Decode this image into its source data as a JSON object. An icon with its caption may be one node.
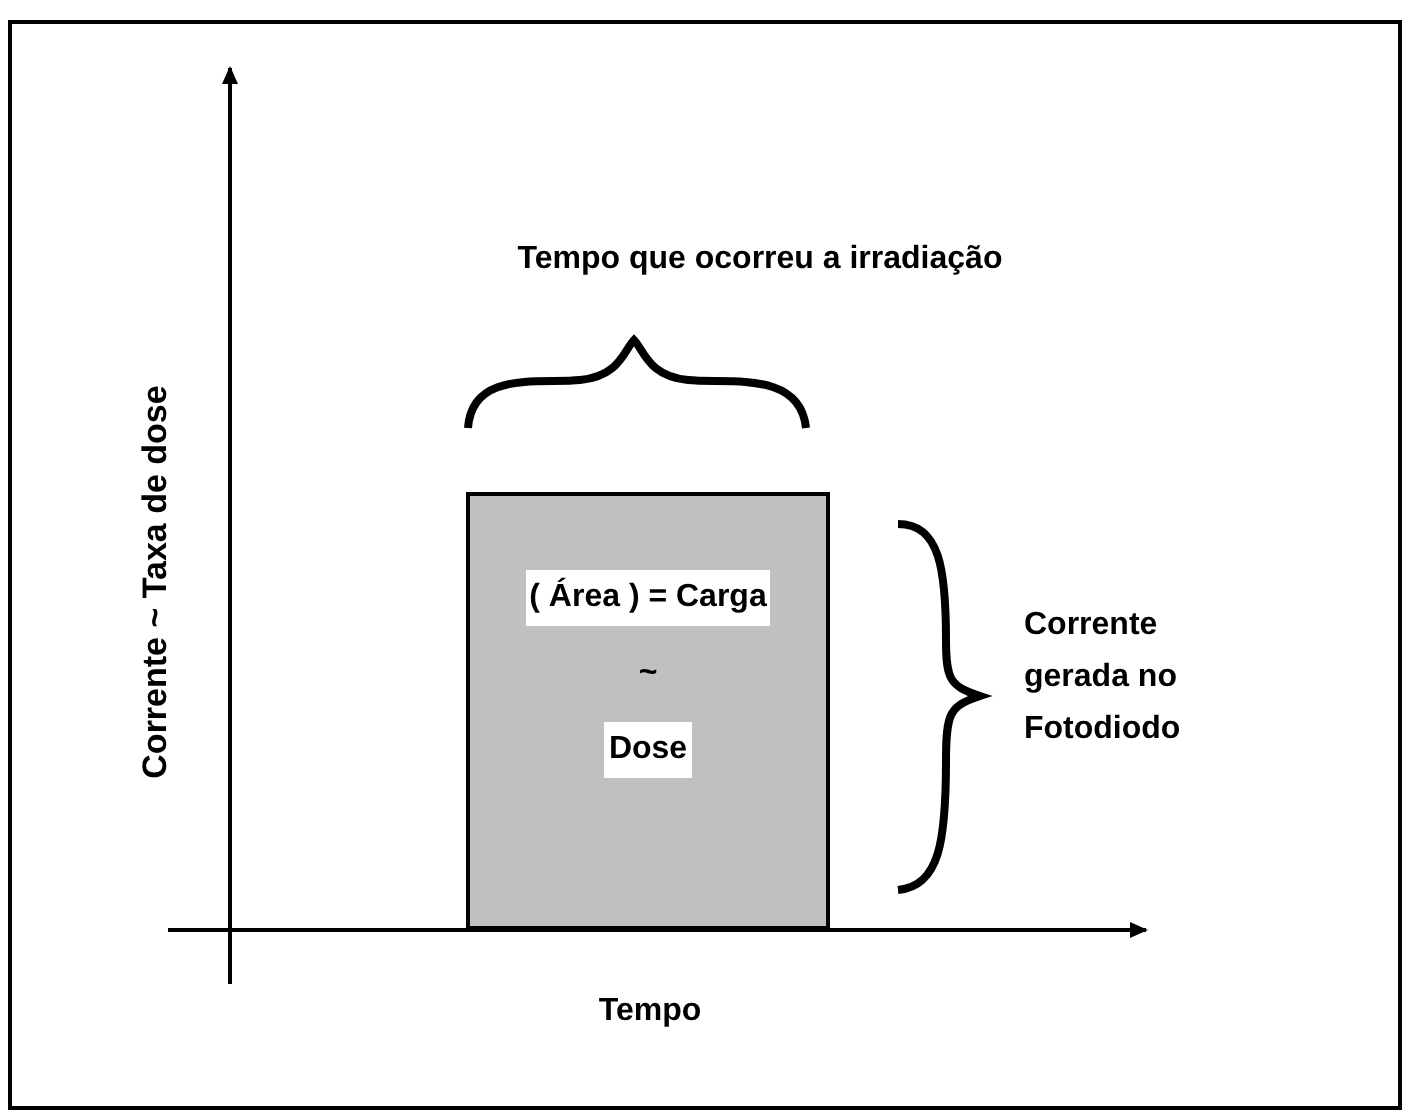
{
  "diagram": {
    "nodes": [
      {
        "text": [
          "( Área ) = Carga",
          "~",
          "Dose"
        ]
      }
    ],
    "labels": [
      "Tempo que ocorreu a irradiação",
      "Corrente ~ Taxa de dose",
      "Corrente gerada no Fotodiodo",
      "Tempo"
    ]
  }
}
